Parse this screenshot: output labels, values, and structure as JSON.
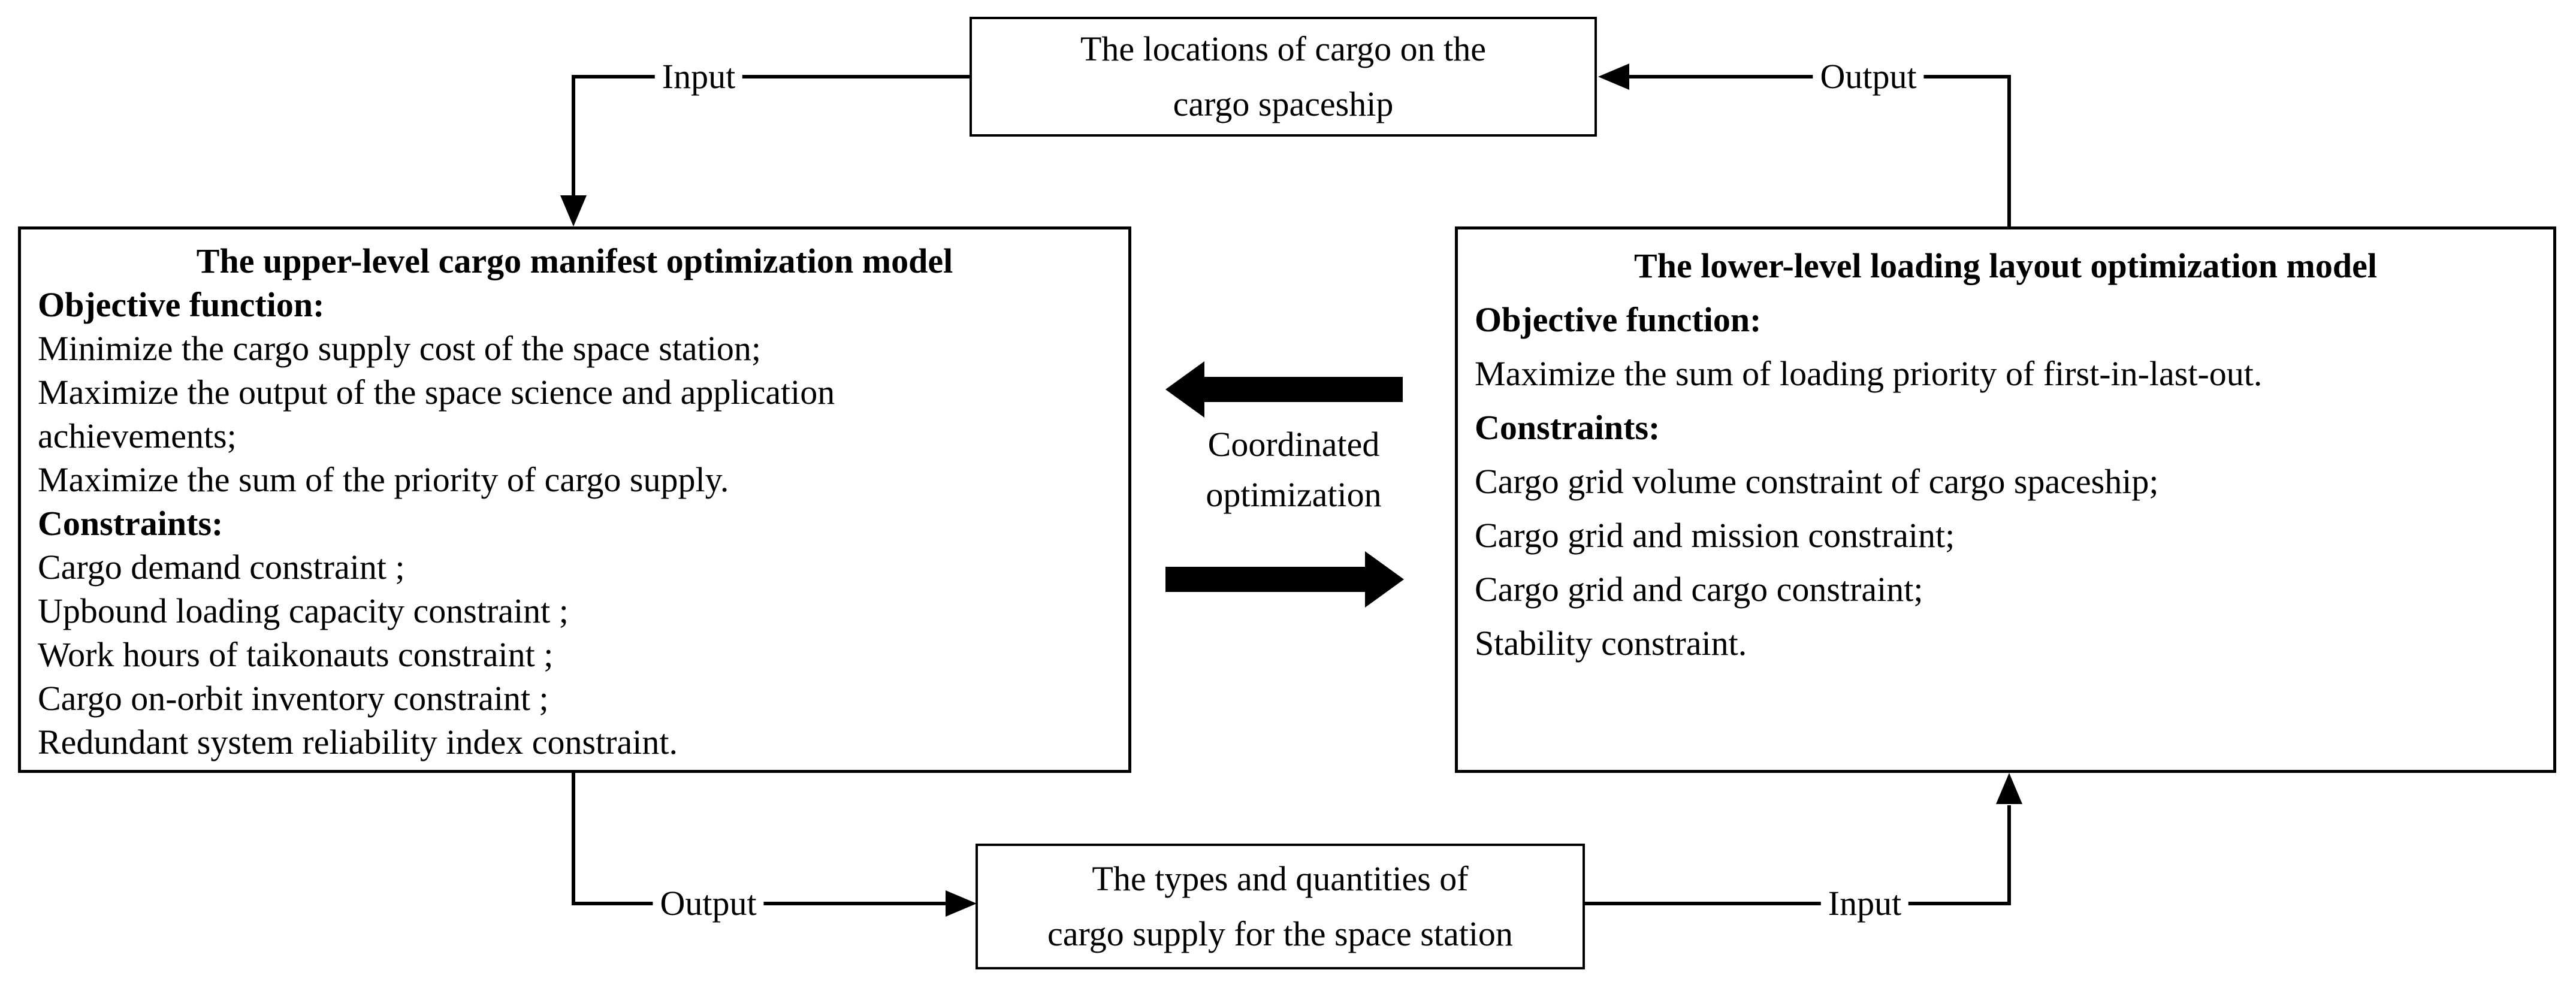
{
  "colors": {
    "ink": "#000000",
    "background": "#ffffff"
  },
  "top_box": {
    "lines": [
      "The locations of cargo on the",
      "cargo spaceship"
    ]
  },
  "left_box": {
    "lines": [
      {
        "text": "The upper-level cargo manifest optimization model",
        "bold": true,
        "center": true,
        "name": "left-box-title"
      },
      {
        "text": "Objective function:",
        "bold": true,
        "name": "objective-header"
      },
      {
        "text": "Minimize the cargo supply cost of the space station;"
      },
      {
        "text": "Maximize the output of the space science and application"
      },
      {
        "text": "achievements;"
      },
      {
        "text": "Maximize the sum of the priority of cargo supply."
      },
      {
        "text": "Constraints:",
        "bold": true,
        "name": "constraints-header"
      },
      {
        "text": "Cargo demand constraint ;"
      },
      {
        "text": "Upbound loading capacity constraint ;"
      },
      {
        "text": "Work hours of taikonauts constraint ;"
      },
      {
        "text": "Cargo on-orbit inventory constraint ;"
      },
      {
        "text": "Redundant system reliability index constraint."
      }
    ]
  },
  "right_box": {
    "lines": [
      {
        "text": "The lower-level loading layout optimization model",
        "bold": true,
        "center": true,
        "name": "right-box-title"
      },
      {
        "text": "Objective function:",
        "bold": true,
        "name": "objective-header"
      },
      {
        "text": "Maximize the sum of loading priority of first-in-last-out."
      },
      {
        "text": "Constraints:",
        "bold": true,
        "name": "constraints-header"
      },
      {
        "text": "Cargo grid volume constraint of cargo spaceship;"
      },
      {
        "text": "Cargo grid and mission constraint;"
      },
      {
        "text": "Cargo grid and cargo constraint;"
      },
      {
        "text": "Stability constraint."
      }
    ]
  },
  "bottom_box": {
    "lines": [
      "The types and quantities of",
      "cargo supply for the space station"
    ]
  },
  "center_label": {
    "lines": [
      "Coordinated",
      "optimization"
    ]
  },
  "edge_labels": {
    "top_left": "Input",
    "top_right": "Output",
    "bottom_left": "Output",
    "bottom_right": "Input"
  }
}
